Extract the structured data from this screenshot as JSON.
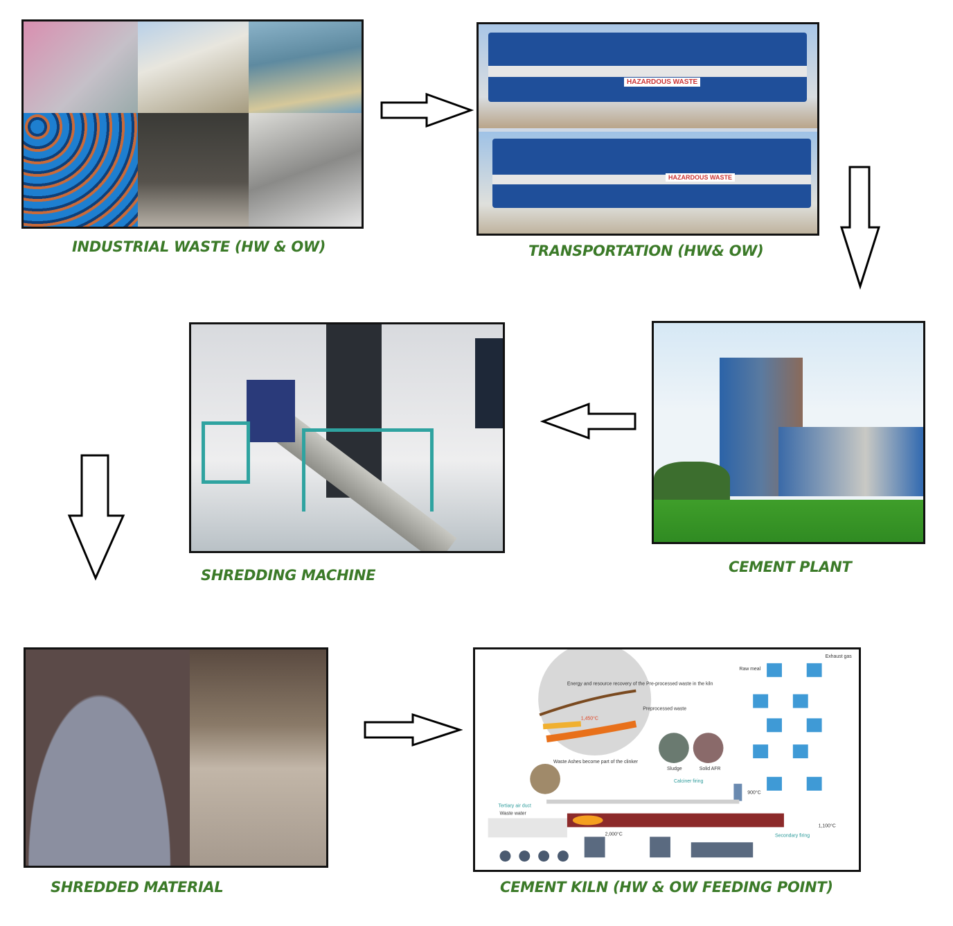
{
  "steps": [
    {
      "caption": "INDUSTRIAL WASTE (HW & OW)"
    },
    {
      "caption": "TRANSPORTATION (HW& OW)"
    },
    {
      "caption": "CEMENT PLANT"
    },
    {
      "caption": "SHREDDING MACHINE"
    },
    {
      "caption": "SHREDDED MATERIAL"
    },
    {
      "caption": "CEMENT KILN (HW & OW FEEDING POINT)"
    }
  ],
  "truck_sign": "HAZARDOUS WASTE",
  "kiln": {
    "energy": "Energy and resource recovery of the Pre-processed waste in the kiln",
    "temp_burn": "1,450°C",
    "preprocessed": "Preprocessed waste",
    "ashes": "Waste Ashes become part of the clinker",
    "sludge": "Sludge",
    "solid": "Solid AFR",
    "calciner": "Calciner firing",
    "temp_calc": "900°C",
    "tertiary": "Tertiary air duct",
    "waste_water": "Waste water",
    "temp_main": "2,000°C",
    "secondary": "Secondary firing",
    "temp_sec": "1,100°C",
    "raw_meal": "Raw meal",
    "exhaust": "Exhaust gas"
  },
  "colors": {
    "caption": "#3b7a28",
    "truck": "#1f4f9a",
    "kiln": "#8c2a2a",
    "cyclone": "#3f9ad6"
  }
}
